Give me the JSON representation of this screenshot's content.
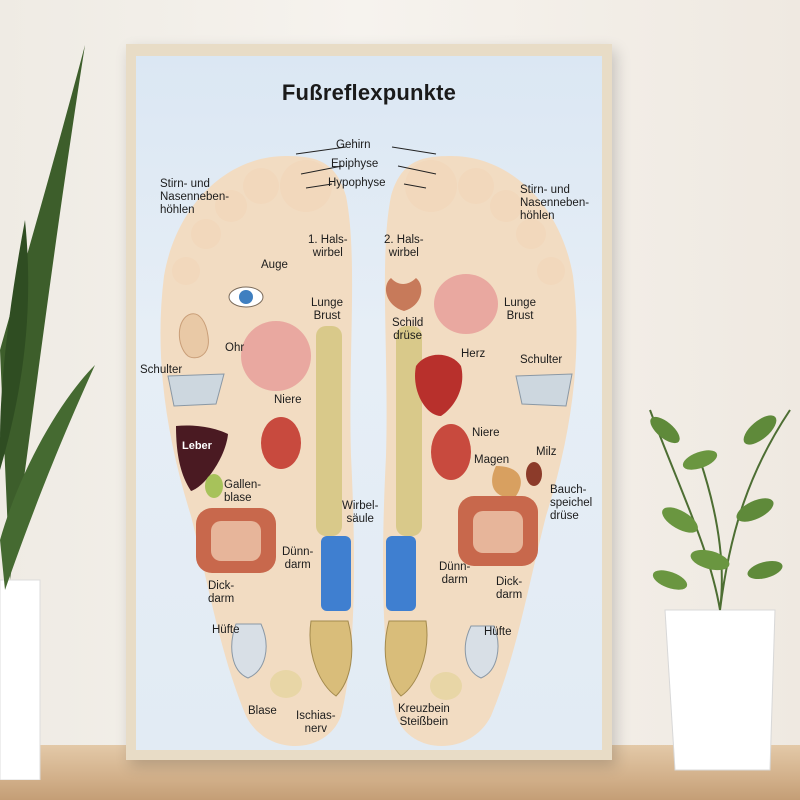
{
  "poster": {
    "title": "Fußreflexpunkte",
    "labels": {
      "gehirn": "Gehirn",
      "epiphyse": "Epiphyse",
      "hypophyse": "Hypophyse",
      "stirn_left": "Stirn- und\nNasenneben-\nhöhlen",
      "stirn_right": "Stirn- und\nNasenneben-\nhöhlen",
      "halswirbel_1": "1. Hals-\nwirbel",
      "halswirbel_2": "2. Hals-\nwirbel",
      "auge": "Auge",
      "lunge_left": "Lunge\nBrust",
      "lunge_right": "Lunge\nBrust",
      "ohr": "Ohr",
      "schilddruese": "Schild\ndrüse",
      "schulter_left": "Schulter",
      "schulter_right": "Schulter",
      "herz": "Herz",
      "niere_left": "Niere",
      "niere_right": "Niere",
      "leber": "Leber",
      "magen": "Magen",
      "milz": "Milz",
      "gallenblase": "Gallen-\nblase",
      "wirbelsaeule": "Wirbel-\nsäule",
      "bauchspeicheldruese": "Bauch-\nspeichel\ndrüse",
      "duenndarm_left": "Dünn-\ndarm",
      "duenndarm_right": "Dünn-\ndarm",
      "dickdarm_left": "Dick-\ndarm",
      "dickdarm_right": "Dick-\ndarm",
      "huefte_left": "Hüfte",
      "huefte_right": "Hüfte",
      "blase": "Blase",
      "ischiasnerv": "Ischias-\nnerv",
      "kreuzbein": "Kreuzbein\nSteißbein"
    }
  },
  "colors": {
    "poster_bg": "#dfe9f4",
    "foot": "#f2dcc2",
    "spine": "#d9c98a",
    "spine_lumbar": "#3f7fd0",
    "organ_red": "#c8463c",
    "lungs": "#e9a8a0",
    "liver": "#4a1a22",
    "intestine": "#c8684c",
    "frame": "#e8dcc6"
  }
}
